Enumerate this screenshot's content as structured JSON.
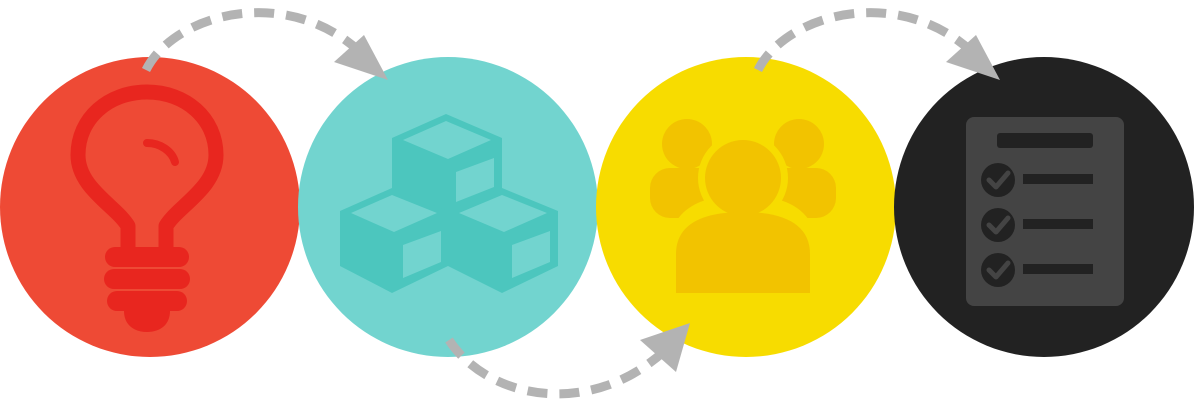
{
  "diagram": {
    "steps": [
      {
        "icon": "lightbulb-icon",
        "color": "#EE4A35",
        "icon_color": "#E8261F"
      },
      {
        "icon": "cubes-icon",
        "color": "#72D4CF",
        "icon_color": "#4CC6BE"
      },
      {
        "icon": "team-icon",
        "color": "#F7DC00",
        "icon_color": "#F2C300"
      },
      {
        "icon": "checklist-icon",
        "color": "#222222",
        "icon_color": "#444444"
      }
    ],
    "connector_color": "#B3B3B3",
    "connectors": [
      {
        "from": 1,
        "to": 2,
        "side": "top"
      },
      {
        "from": 2,
        "to": 3,
        "side": "bottom"
      },
      {
        "from": 3,
        "to": 4,
        "side": "top"
      }
    ]
  }
}
